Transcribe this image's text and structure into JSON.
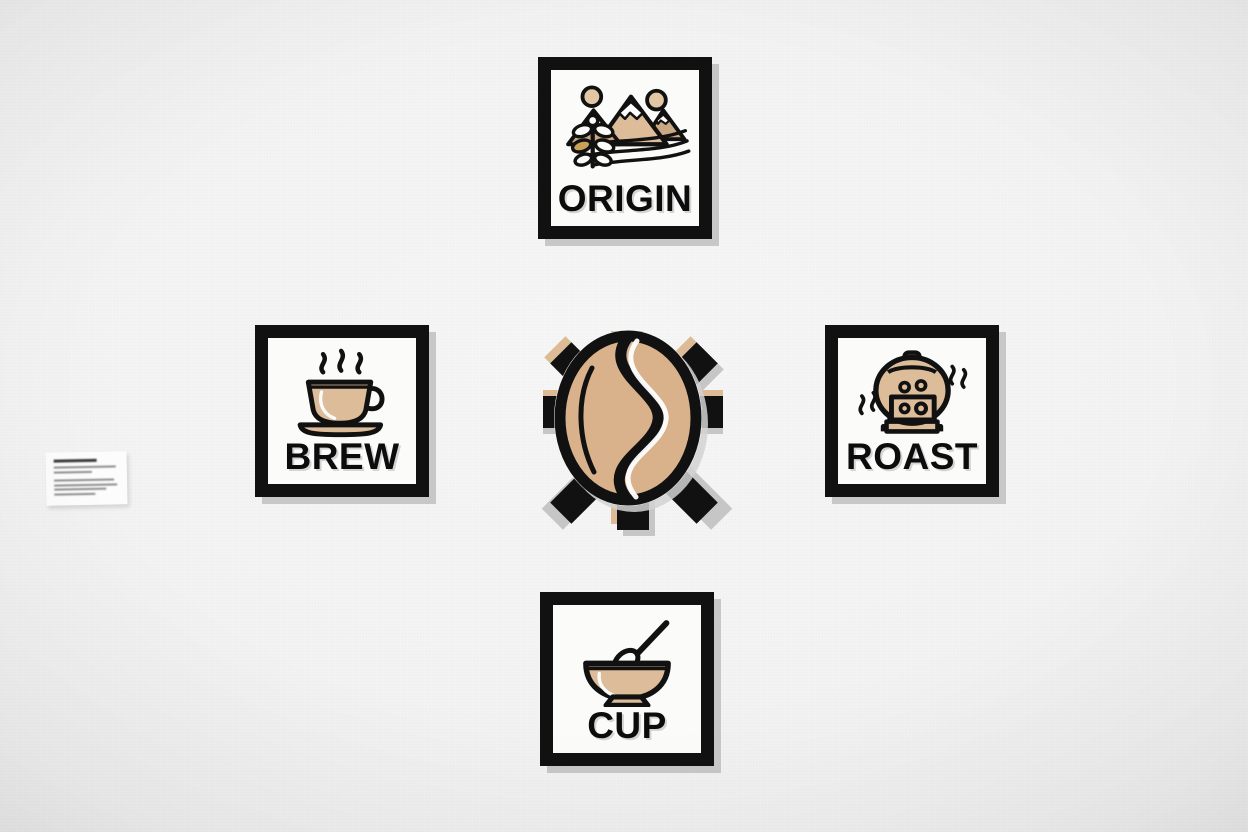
{
  "scene": {
    "title": "Coffee Journey Cycle Diagram",
    "background_color": "#f2f2f2",
    "wall_color": "#f3f3f3"
  },
  "palette": {
    "ink": "#111111",
    "bean_tan": "#d9b28c",
    "tan_shadow": "#ddbb96",
    "gray_shadow": "#c3c3c3",
    "panel_fill": "#fbfbfa"
  },
  "center": {
    "name": "coffee-bean",
    "label": "",
    "fill": "#d9b28c",
    "outline": "#111111",
    "shape": "oval-with-s-crack"
  },
  "panels": [
    {
      "id": "origin",
      "label": "ORIGIN",
      "icon": "mountain-farm-icon",
      "position": "top",
      "icon_parts": [
        "sun",
        "mountains",
        "coffee-plant",
        "terraced-fields"
      ]
    },
    {
      "id": "roast",
      "label": "ROAST",
      "icon": "roaster-drum-icon",
      "position": "right",
      "icon_parts": [
        "drum-roaster",
        "chimney",
        "heat-waves"
      ]
    },
    {
      "id": "cup",
      "label": "CUP",
      "icon": "bowl-spoon-icon",
      "position": "bottom",
      "icon_parts": [
        "cupping-bowl",
        "spoon"
      ]
    },
    {
      "id": "brew",
      "label": "BREW",
      "icon": "coffee-cup-icon",
      "position": "left",
      "icon_parts": [
        "cup",
        "saucer",
        "steam"
      ]
    }
  ],
  "arrows": [
    {
      "id": "arrow-up",
      "direction": "up",
      "points_to": "origin",
      "color": "#111111",
      "shadows": [
        "tan",
        "gray"
      ]
    },
    {
      "id": "arrow-right",
      "direction": "right",
      "points_to": "roast",
      "color": "#111111",
      "shadows": [
        "tan",
        "gray"
      ]
    },
    {
      "id": "arrow-down",
      "direction": "down",
      "points_to": "cup",
      "color": "#111111",
      "shadows": [
        "tan",
        "gray"
      ]
    },
    {
      "id": "arrow-left",
      "direction": "left",
      "points_to": "brew",
      "color": "#111111",
      "shadows": [
        "tan",
        "gray"
      ]
    },
    {
      "id": "arrow-up-left",
      "direction": "up-left",
      "points_to": "",
      "color": "#111111",
      "shadows": [
        "gray"
      ]
    },
    {
      "id": "arrow-up-right",
      "direction": "up-right",
      "points_to": "",
      "color": "#111111",
      "shadows": [
        "gray"
      ]
    },
    {
      "id": "arrow-down-right",
      "direction": "down-right",
      "points_to": "",
      "color": "#111111",
      "shadows": [
        "tan",
        "gray"
      ]
    },
    {
      "id": "arrow-down-left",
      "direction": "down-left",
      "points_to": "",
      "color": "#111111",
      "shadows": [
        "tan",
        "gray"
      ]
    }
  ],
  "placard": {
    "name": "wall-placard",
    "legible": false,
    "title_text": "",
    "body_text": ""
  }
}
